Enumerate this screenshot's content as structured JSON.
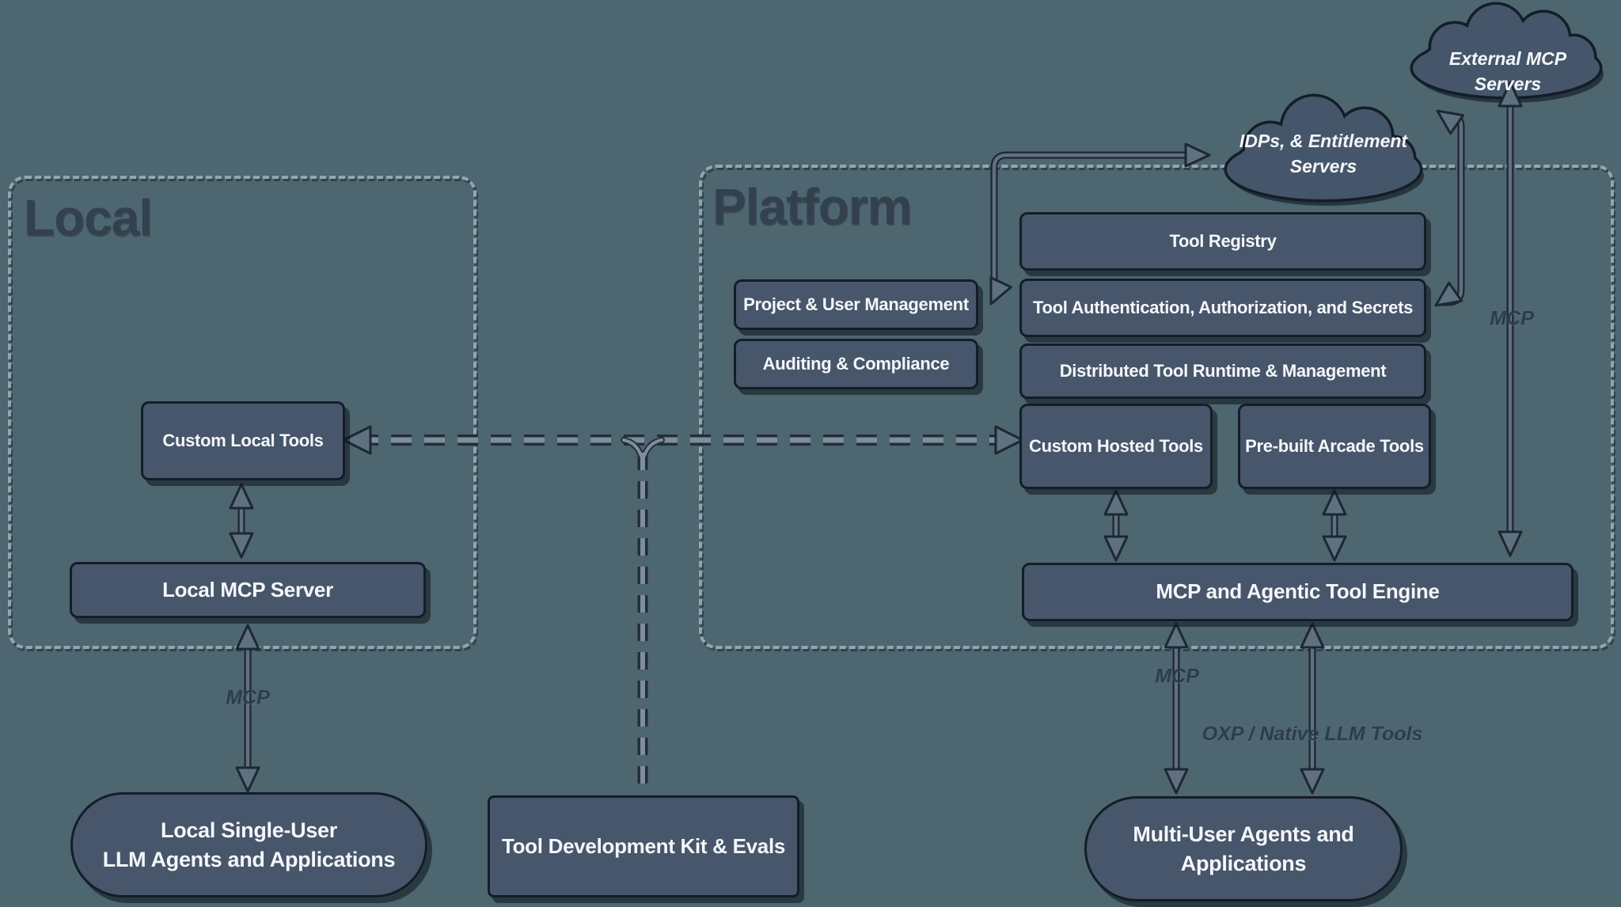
{
  "colors": {
    "background": "#4d6670",
    "node_fill": "#47566a",
    "node_border": "#141d27",
    "node_text": "#f4f7f9",
    "container_dash": "#93a5b2",
    "heading_text": "#33414f",
    "arrow_fill": "#5f7080",
    "arrow_outline": "#1d2732",
    "edge_label_text": "#2e3c4a"
  },
  "clouds": {
    "external": {
      "label": "External MCP Servers"
    },
    "idps": {
      "line1": "IDPs, & Entitlement",
      "line2": "Servers"
    }
  },
  "local": {
    "title": "Local",
    "custom_local_tools": "Custom Local Tools",
    "local_mcp_server": "Local MCP Server"
  },
  "platform": {
    "title": "Platform",
    "project_user_management": "Project & User Management",
    "auditing_compliance": "Auditing & Compliance",
    "tool_registry": "Tool Registry",
    "tool_auth": "Tool Authentication, Authorization, and Secrets",
    "distributed_runtime": "Distributed Tool Runtime & Management",
    "custom_hosted_tools": "Custom Hosted Tools",
    "prebuilt_arcade_tools": "Pre-built Arcade Tools",
    "engine": "MCP and Agentic Tool Engine"
  },
  "bottom": {
    "local_agents_line1": "Local Single-User",
    "local_agents_line2": "LLM Agents and Applications",
    "tool_dev_kit": "Tool Development Kit & Evals",
    "multi_user_line1": "Multi-User Agents and",
    "multi_user_line2": "Applications"
  },
  "edge_labels": {
    "local_mcp": "MCP",
    "engine_mcp": "MCP",
    "external_mcp": "MCP",
    "oxp": "OXP / Native LLM Tools"
  }
}
